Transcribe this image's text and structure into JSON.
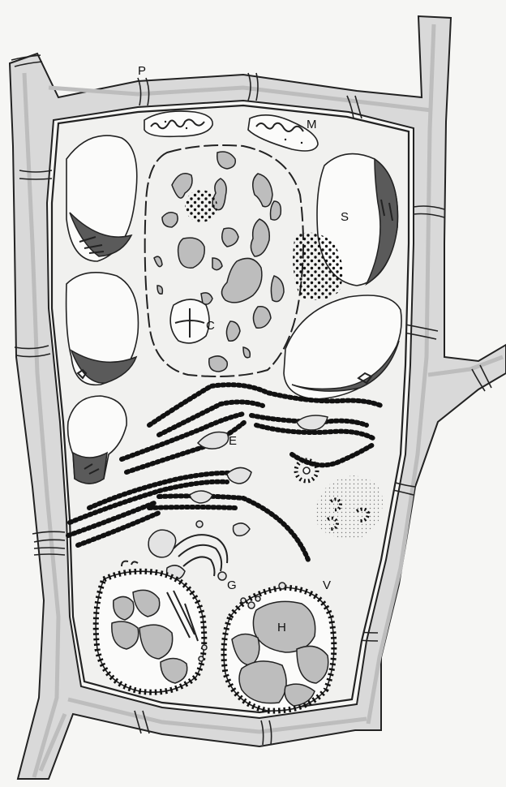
{
  "figure": {
    "labels": {
      "plasmodesma": "P",
      "mitochondrion": "M",
      "nucleus": "C",
      "plastid": "S",
      "er": "E",
      "golgi": "G",
      "vacuole": "V",
      "vacuole_inner": "H"
    }
  }
}
